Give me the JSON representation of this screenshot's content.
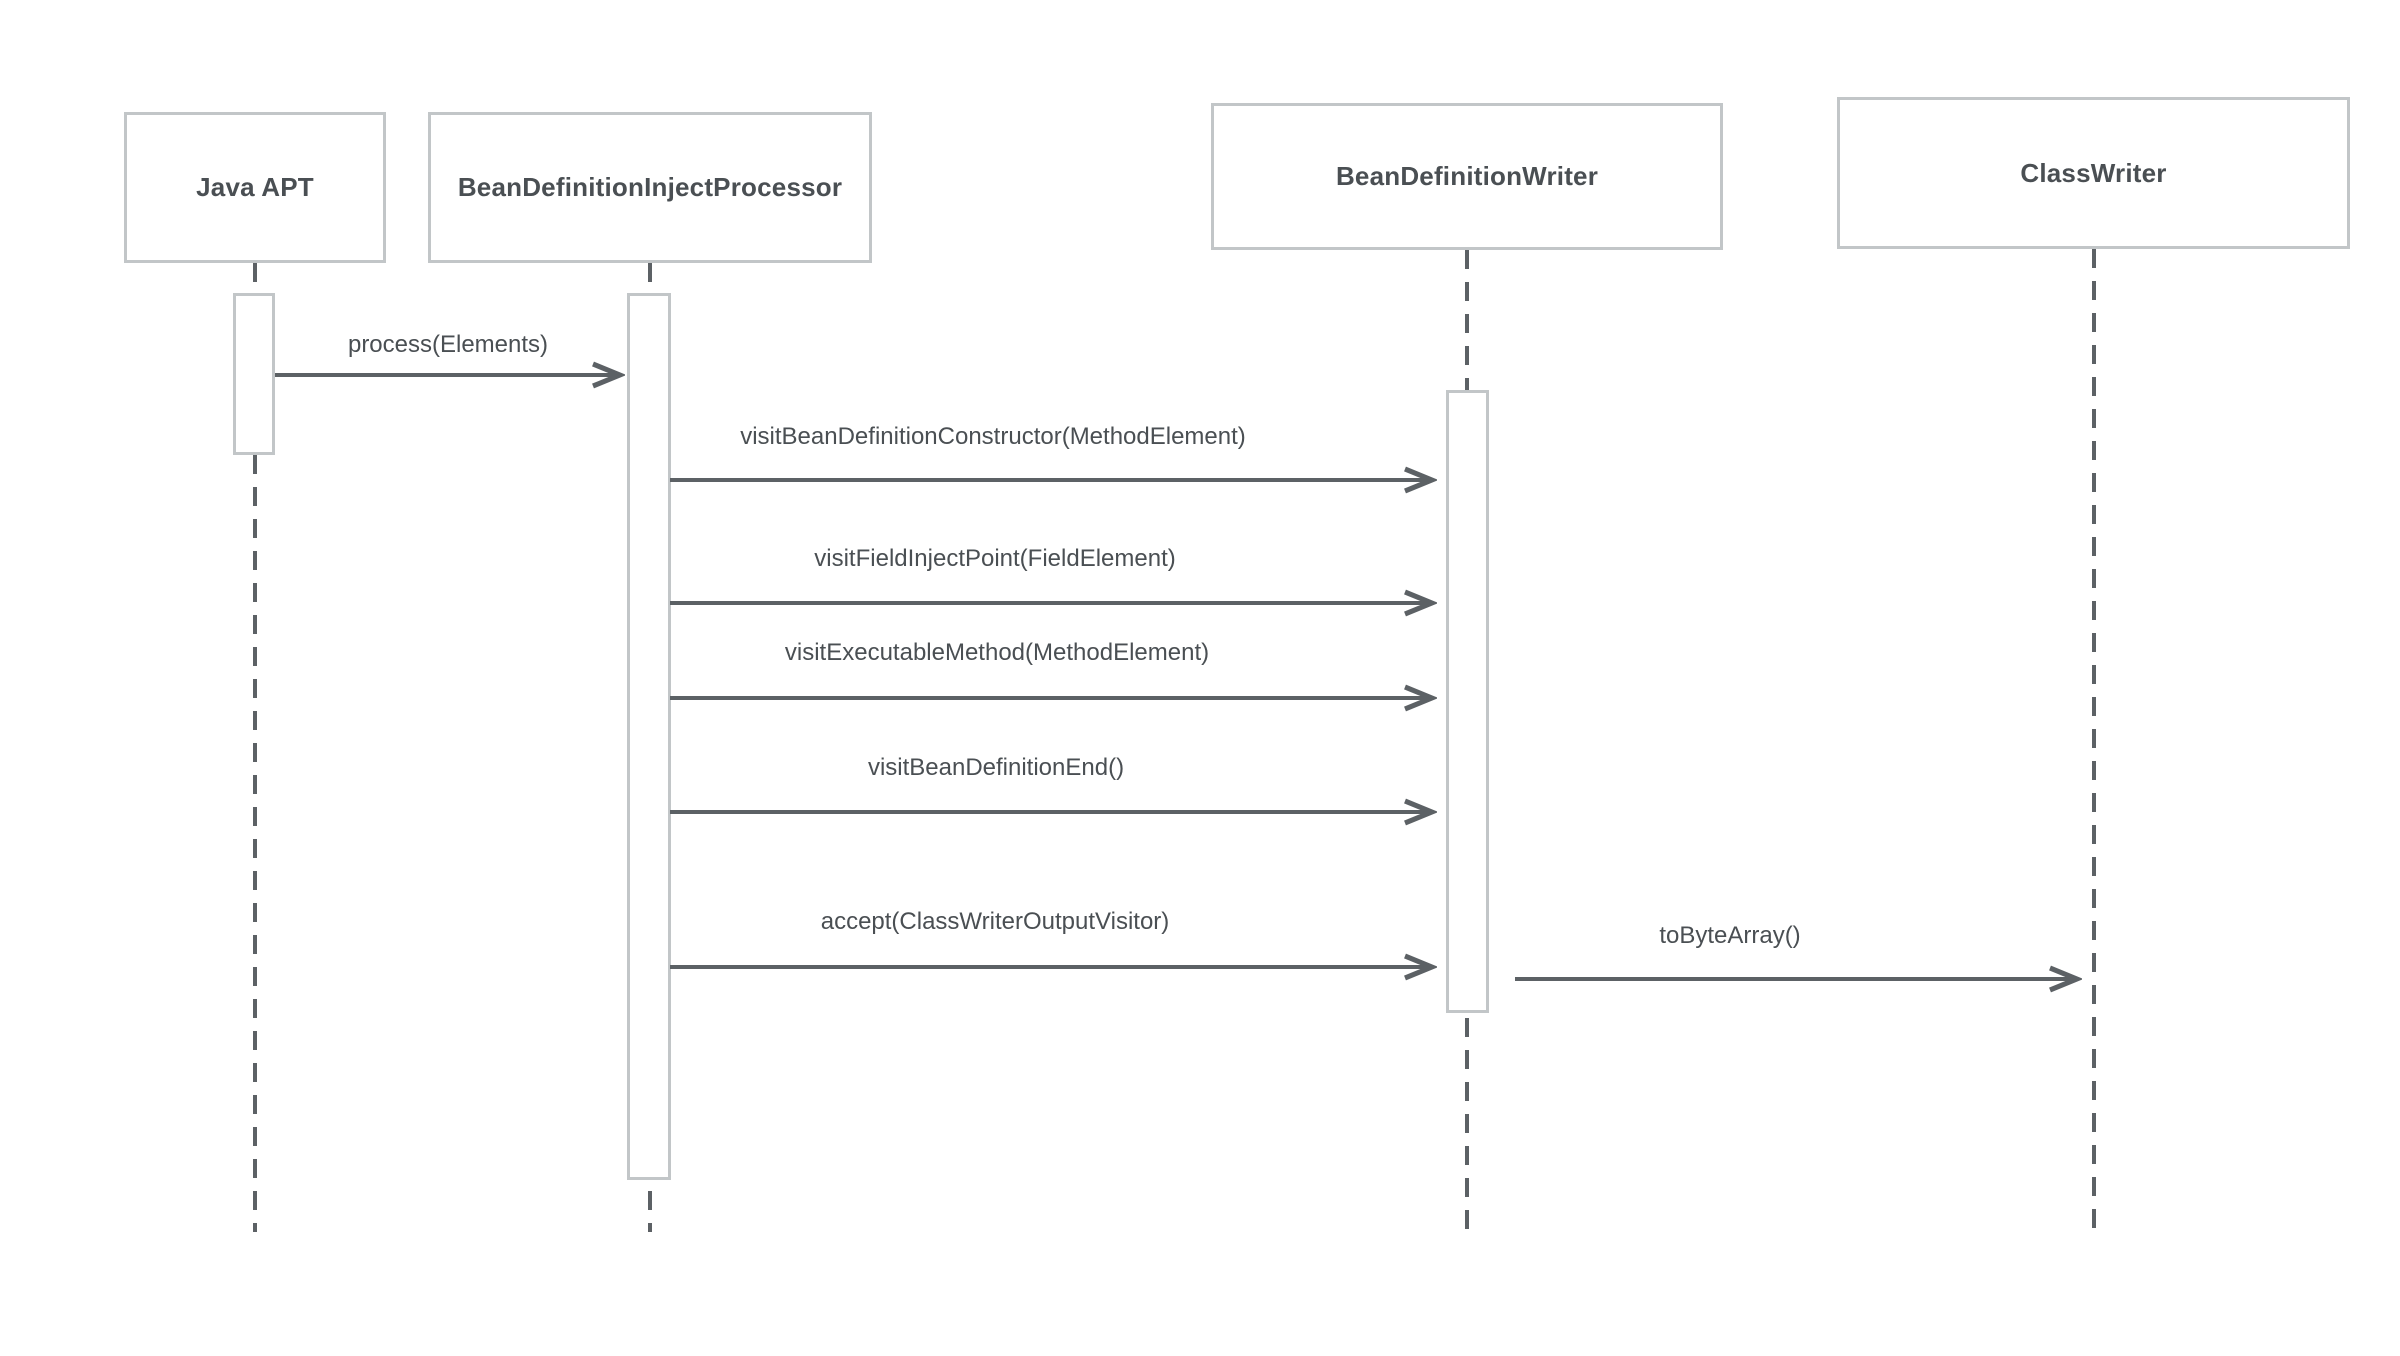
{
  "diagram": {
    "type": "uml-sequence",
    "participants": [
      {
        "id": "java-apt",
        "label": "Java APT"
      },
      {
        "id": "bean-definition-inject-processor",
        "label": "BeanDefinitionInjectProcessor"
      },
      {
        "id": "bean-definition-writer",
        "label": "BeanDefinitionWriter"
      },
      {
        "id": "class-writer",
        "label": "ClassWriter"
      }
    ],
    "messages": [
      {
        "from": "java-apt",
        "to": "bean-definition-inject-processor",
        "label": "process(Elements)"
      },
      {
        "from": "bean-definition-inject-processor",
        "to": "bean-definition-writer",
        "label": "visitBeanDefinitionConstructor(MethodElement)"
      },
      {
        "from": "bean-definition-inject-processor",
        "to": "bean-definition-writer",
        "label": "visitFieldInjectPoint(FieldElement)"
      },
      {
        "from": "bean-definition-inject-processor",
        "to": "bean-definition-writer",
        "label": "visitExecutableMethod(MethodElement)"
      },
      {
        "from": "bean-definition-inject-processor",
        "to": "bean-definition-writer",
        "label": "visitBeanDefinitionEnd()"
      },
      {
        "from": "bean-definition-inject-processor",
        "to": "bean-definition-writer",
        "label": "accept(ClassWriterOutputVisitor)"
      },
      {
        "from": "bean-definition-writer",
        "to": "class-writer",
        "label": "toByteArray()"
      }
    ],
    "colors": {
      "line": "#5c6165",
      "box_border": "#c2c6c8",
      "text": "#4a4f53",
      "background": "#ffffff"
    }
  }
}
